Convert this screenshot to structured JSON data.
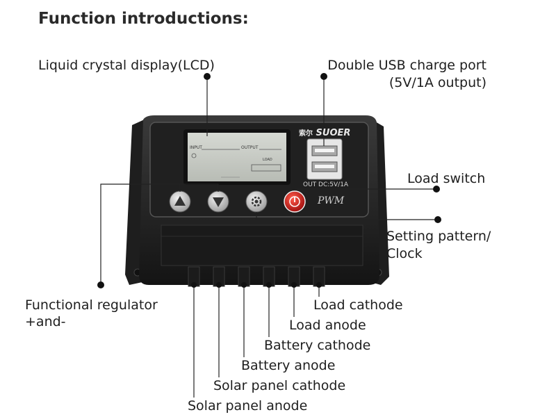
{
  "title": "Function introductions:",
  "labels": {
    "lcd": "Liquid crystal display(LCD)",
    "usb_line1": "Double USB charge port",
    "usb_line2": "(5V/1A output)",
    "load_switch": "Load switch",
    "setting_line1": "Setting pattern/",
    "setting_line2": "Clock",
    "regulator_line1": "Functional regulator",
    "regulator_line2": "+and-",
    "load_cathode": "Load cathode",
    "load_anode": "Load anode",
    "battery_cathode": "Battery cathode",
    "battery_anode": "Battery anode",
    "solar_cathode": "Solar panel cathode",
    "solar_anode": "Solar panel anode"
  },
  "device": {
    "brand": "SUOER",
    "brand_cn": "索尔",
    "lcd_input": "INPUT",
    "lcd_output": "OUTPUT",
    "lcd_load": "LOAD",
    "usb_text": "OUT DC:5V/1A",
    "pwm": "PWM"
  },
  "colors": {
    "body": "#2a2a2a",
    "panel": "#1c1c1c",
    "lcd": "#c9cdc7",
    "load_switch": "#c41a1a"
  }
}
